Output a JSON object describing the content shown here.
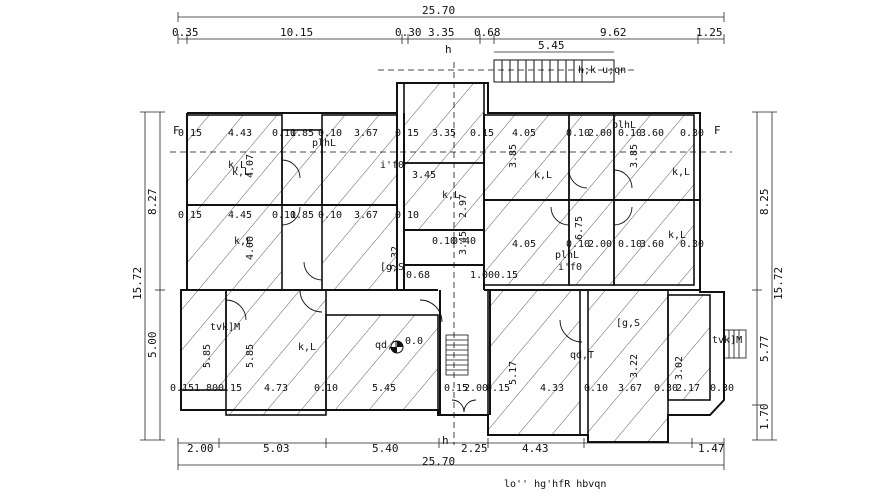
{
  "caption": "lo'' hg'hfR hbvqn",
  "dims": {
    "top_total": "25.70",
    "bottom_total": "25.70",
    "top_row": [
      "0.35",
      "10.15",
      "0.30",
      "3.35",
      "0.68",
      "9.62",
      "1.25"
    ],
    "stair_width": "5.45",
    "bottom_row": [
      "2.00",
      "5.03",
      "5.40",
      "2.25",
      "4.43",
      "1.47"
    ],
    "left_total": "15.72",
    "right_total": "15.72",
    "left_parts": [
      "8.27",
      "5.00"
    ],
    "right_parts": [
      "8.25",
      "5.77",
      "1.70"
    ],
    "row1": [
      "0.15",
      "4.43",
      "0.10",
      "1.85",
      "0.10",
      "3.67",
      "0.15",
      "3.35",
      "0.15",
      "4.05",
      "0.10",
      "2.00",
      "0.10",
      "3.60",
      "0.30"
    ],
    "row2": [
      "0.15",
      "4.45",
      "0.10",
      "1.85",
      "0.10",
      "3.67",
      "0.10",
      "4.05",
      "0.10",
      "2.00",
      "0.10",
      "3.60",
      "0.30"
    ],
    "row3": [
      "0.15",
      "1.80",
      "0.15",
      "4.73",
      "0.10",
      "5.45",
      "0.15",
      "2.00",
      "0.15",
      "4.33",
      "0.10",
      "3.67",
      "0.30",
      "2.17",
      "0.30"
    ],
    "vert": [
      "4.07",
      "4.00",
      "5.85",
      "5.85",
      "3.85",
      "3.85",
      "6.75",
      "3.45",
      "2.97",
      "2.32",
      "5.17",
      "3.22",
      "3.02",
      "0.15",
      "0.10"
    ],
    "mid": [
      "0.68",
      "3.45",
      "1.00",
      "0.15",
      "0.10",
      "0.40",
      "0.0"
    ]
  },
  "markers": {
    "h_top": "h",
    "h_bottom": "h",
    "f_left": "F",
    "f_right": "F"
  },
  "rooms": [
    {
      "text": "k,L"
    },
    {
      "text": "k,L"
    },
    {
      "text": "k,L"
    },
    {
      "text": "k,L"
    },
    {
      "text": "k,L"
    },
    {
      "text": "k,L"
    },
    {
      "text": "k,L"
    },
    {
      "text": "plhL"
    },
    {
      "text": "plhL"
    },
    {
      "text": "plhL"
    },
    {
      "text": "i'f0"
    },
    {
      "text": "i'f0"
    },
    {
      "text": "[g,S"
    },
    {
      "text": "[g,S"
    },
    {
      "text": "tvk]M"
    },
    {
      "text": "tvk]M"
    },
    {
      "text": "qd,T"
    },
    {
      "text": "qd,T"
    },
    {
      "text": "k,L"
    },
    {
      "text": "h;k u;qn"
    }
  ]
}
